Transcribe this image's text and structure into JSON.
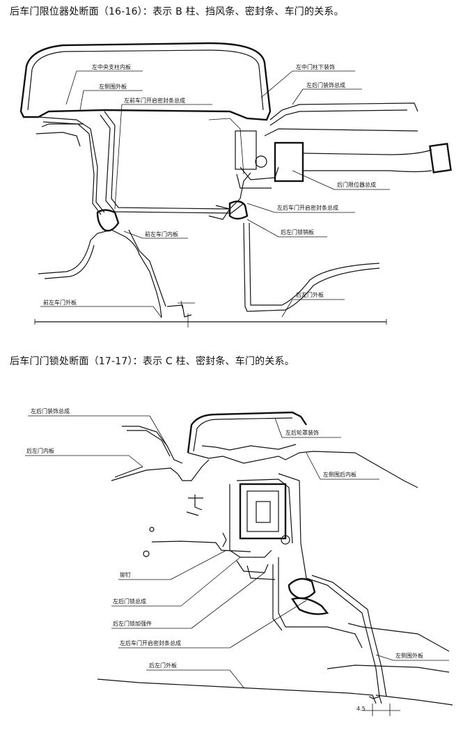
{
  "section1": {
    "caption": "后车门限位器处断面（16-16）：表示 B 柱、挡风条、密封条、车门的关系。",
    "labels": {
      "center_pillar_inner": "左中央支柱内板",
      "side_outer": "左侧围外板",
      "front_door_seal": "左前车门开启密封条总成",
      "b_pillar_lower_trim": "左中门柱下装饰",
      "rear_door_trim": "左后门装饰总成",
      "rear_door_limiter": "后门限位器总成",
      "rear_door_seal": "左后车门开启密封条总成",
      "rear_door_lock_plate": "后左门锁销板",
      "front_door_inner": "前左车门内板",
      "rear_door_outer": "后左门外板",
      "front_door_outer": "前左车门外板"
    }
  },
  "section2": {
    "caption": "后车门门锁处断面（17-17）：表示 C 柱、密封条、车门的关系。",
    "labels": {
      "rear_door_trim": "左后门装饰总成",
      "wheel_arch_trim": "左后轮罩装饰",
      "rear_door_inner": "后左门内板",
      "side_rear_inner": "左侧围后内板",
      "rivet": "铆钉",
      "rear_door_lock": "左后门锁总成",
      "lock_reinforcement": "后左门锁加强件",
      "rear_door_seal": "左后车门开启密封条总成",
      "side_outer": "左侧围外板",
      "rear_door_outer": "后左门外板",
      "dimension": "4.5"
    }
  }
}
